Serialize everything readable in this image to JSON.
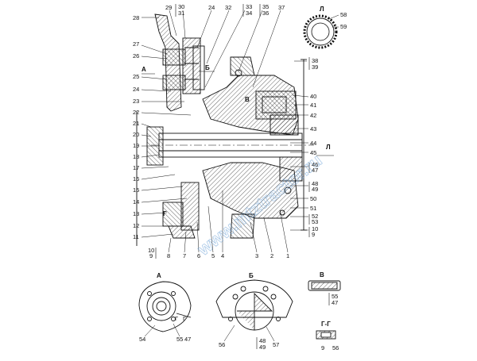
{
  "watermark": "www.mtztractor.ru",
  "views": {
    "A": "А",
    "B": "Б",
    "V": "В",
    "L": "Л",
    "GG": "Г-Г",
    "G": "Г"
  },
  "callouts_left": [
    "28",
    "27",
    "26",
    "25",
    "24",
    "23",
    "22",
    "21",
    "20",
    "19",
    "18",
    "17",
    "16",
    "15",
    "14",
    "13",
    "12",
    "11"
  ],
  "callouts_top": [
    "29",
    "30",
    "31",
    "24",
    "32",
    "33",
    "34",
    "35",
    "36",
    "37"
  ],
  "callouts_right": [
    "38",
    "39",
    "40",
    "41",
    "42",
    "43",
    "44",
    "45",
    "46",
    "47",
    "48",
    "49",
    "50",
    "51",
    "52",
    "53",
    "10",
    "9"
  ],
  "callouts_bottom": [
    "10",
    "9",
    "8",
    "7",
    "6",
    "5",
    "4",
    "3",
    "2",
    "1"
  ],
  "callouts_views": {
    "L": [
      "58",
      "59"
    ],
    "A": [
      "54",
      "55",
      "47"
    ],
    "B": [
      "56",
      "48",
      "49",
      "57"
    ],
    "V": [
      "55",
      "47"
    ],
    "GG": [
      "9",
      "56"
    ]
  }
}
